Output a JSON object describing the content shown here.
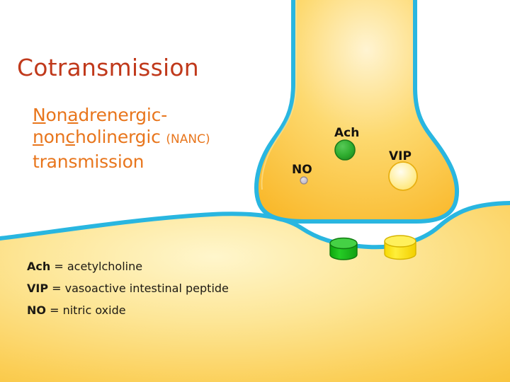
{
  "slide": {
    "title": "Cotransmission",
    "subtitle_lines": [
      {
        "segments": [
          {
            "text": "N",
            "underline": true
          },
          {
            "text": "on",
            "underline": false
          },
          {
            "text": "a",
            "underline": true
          },
          {
            "text": "drenergic-",
            "underline": false
          }
        ]
      },
      {
        "segments": [
          {
            "text": "n",
            "underline": true
          },
          {
            "text": "on",
            "underline": false
          },
          {
            "text": "c",
            "underline": true
          },
          {
            "text": "holinergic",
            "underline": false
          }
        ],
        "suffix": "(NANC)"
      },
      {
        "segments": [
          {
            "text": "transmission",
            "underline": false
          }
        ]
      }
    ],
    "subtitle_plain": "Nonadrenergic-noncholinergic (NANC) transmission"
  },
  "diagram": {
    "title": "presynaptic axon terminal with cotransmitters",
    "vesicles": [
      {
        "id": "ach",
        "label": "Ach",
        "fill": "#2fad2f",
        "stroke": "#1b7a1b"
      },
      {
        "id": "vip",
        "label": "VIP",
        "fill": "#ffeb80",
        "stroke": "#e8b013"
      },
      {
        "id": "no",
        "label": "NO",
        "fill": "#c9c2cc",
        "stroke": "#8c8490"
      }
    ],
    "receptors": [
      {
        "id": "ach-receptor",
        "fill": "#17b517",
        "top": "#45d145",
        "stroke": "#0f7a0f"
      },
      {
        "id": "vip-receptor",
        "fill": "#ffe61a",
        "top": "#fff05c",
        "stroke": "#d6b400"
      }
    ],
    "membrane_color": "#29b6e0",
    "cell_fill_light": "#fff6cc",
    "cell_fill_deep": "#fbc53c"
  },
  "legend": {
    "rows": [
      {
        "abbr": "Ach",
        "eq": "=",
        "full": "acetylcholine"
      },
      {
        "abbr": "VIP",
        "eq": "=",
        "full": "vasoactive intestinal peptide"
      },
      {
        "abbr": "NO",
        "eq": "=",
        "full": "nitric oxide"
      }
    ]
  },
  "colors": {
    "title": "#c0391b",
    "subtitle": "#e8761d",
    "membrane": "#29b6e0",
    "background": "#ffffff",
    "legend_text": "#1d1a14"
  }
}
